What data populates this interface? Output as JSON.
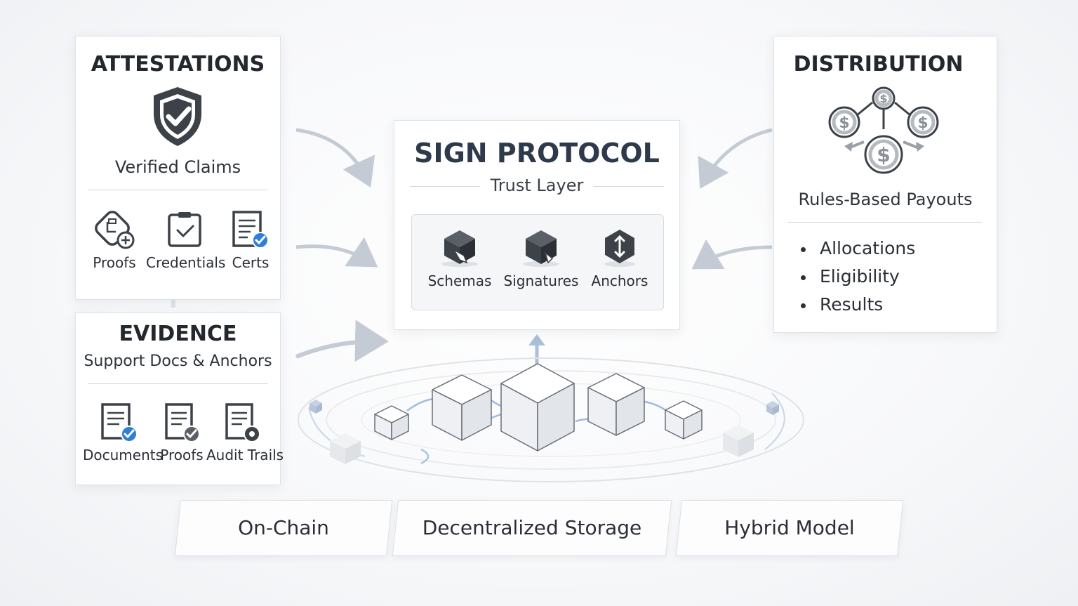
{
  "attestations": {
    "title": "ATTESTATIONS",
    "subtitle": "Verified Claims",
    "icon": "shield-check-icon",
    "items": [
      {
        "label": "Proofs",
        "icon": "proof-badge-icon"
      },
      {
        "label": "Credentials",
        "icon": "clipboard-check-icon"
      },
      {
        "label": "Certs",
        "icon": "certificate-check-icon"
      }
    ]
  },
  "evidence": {
    "title": "EVIDENCE",
    "subtitle": "Support Docs & Anchors",
    "items": [
      {
        "label": "Documents",
        "icon": "document-check-icon"
      },
      {
        "label": "Proofs",
        "icon": "document-check-gray-icon"
      },
      {
        "label": "Audit Trails",
        "icon": "document-record-icon"
      }
    ]
  },
  "center": {
    "title": "SIGN PROTOCOL",
    "subtitle": "Trust Layer",
    "items": [
      {
        "label": "Schemas",
        "icon": "cube-schema-icon"
      },
      {
        "label": "Signatures",
        "icon": "cube-signature-icon"
      },
      {
        "label": "Anchors",
        "icon": "hexagon-anchor-icon"
      }
    ]
  },
  "distribution": {
    "title": "DISTRIBUTION",
    "subtitle": "Rules-Based Payouts",
    "icon": "dollar-network-icon",
    "bullets": [
      "Allocations",
      "Eligibility",
      "Results"
    ]
  },
  "storage_options": [
    "On-Chain",
    "Decentralized Storage",
    "Hybrid Model"
  ],
  "colors": {
    "heading": "#23272e",
    "accent_blue": "#2f7fd8",
    "arrow": "#c5cbd4",
    "cube_edge": "#5a5f68"
  }
}
